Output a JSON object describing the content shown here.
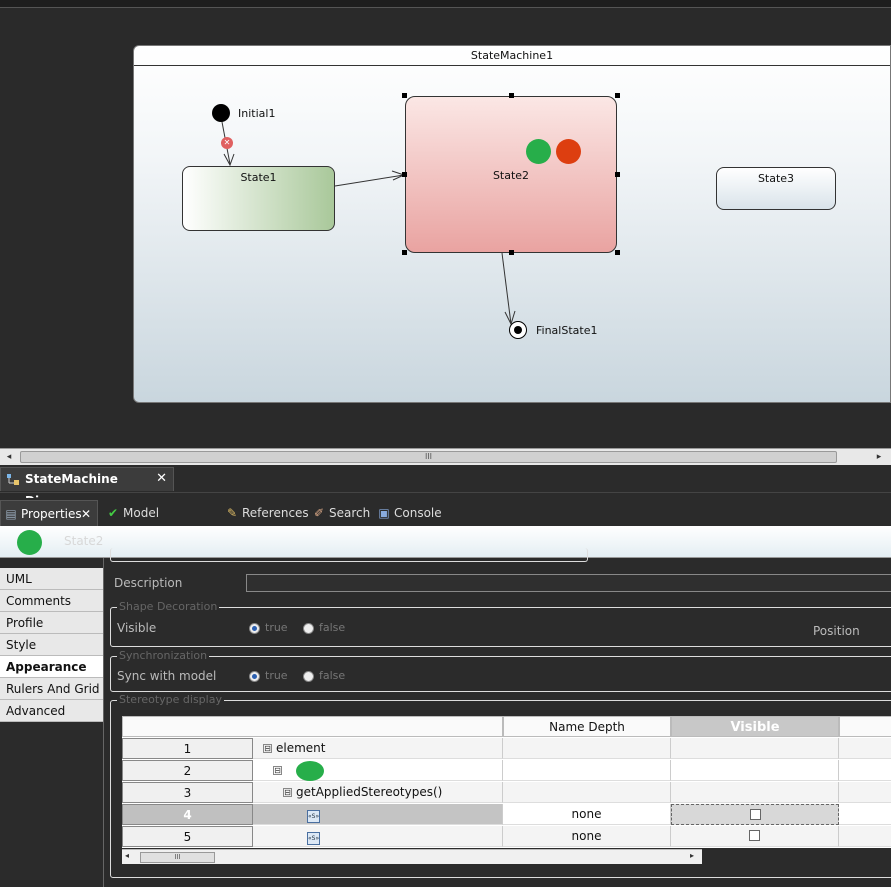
{
  "diagram": {
    "frame_title": "StateMachine1",
    "initial_label": "Initial1",
    "state1_label": "State1",
    "state2_label": "State2",
    "state3_label": "State3",
    "final_label": "FinalState1",
    "error_mark": "✕",
    "decoration_colors": [
      "#27ae4a",
      "#dd3e10"
    ],
    "state1_gradient": [
      "#ffffff",
      "#a9c89a"
    ],
    "state2_gradient": [
      "#fbe7e5",
      "#e9a3a1"
    ]
  },
  "scrollbar": {
    "left_arrow": "◂",
    "right_arrow": "▸",
    "grip": "III"
  },
  "editor_tab": {
    "label": "StateMachine Diagram",
    "close": "✕",
    "icon": "diagram-icon"
  },
  "views": {
    "tabs": [
      {
        "label": "Properties",
        "icon": "properties-icon",
        "glyph": "▤",
        "close": "✕"
      },
      {
        "label": "Model Validation",
        "icon": "check-icon",
        "glyph": "✔"
      },
      {
        "label": "References",
        "icon": "references-icon",
        "glyph": "✎"
      },
      {
        "label": "Search",
        "icon": "search-icon",
        "glyph": "✐"
      },
      {
        "label": "Console",
        "icon": "console-icon",
        "glyph": "▣"
      }
    ]
  },
  "properties": {
    "title": "State2",
    "left_tabs": [
      "UML",
      "Comments",
      "Profile",
      "Style",
      "Appearance",
      "Rulers And Grid",
      "Advanced"
    ],
    "active_tab": "Appearance",
    "description_label": "Description",
    "shape_decoration": {
      "title": "Shape Decoration",
      "visible_label": "Visible",
      "true_label": "true",
      "false_label": "false",
      "position_label": "Position"
    },
    "synchronization": {
      "title": "Synchronization",
      "sync_label": "Sync with model",
      "true_label": "true",
      "false_label": "false"
    },
    "stereotype_display": {
      "title": "Stereotype display",
      "headers": [
        "",
        "Name Depth",
        "Visible"
      ],
      "rows": [
        {
          "num": "1",
          "label": "element",
          "depth": "",
          "toggle": "⊟"
        },
        {
          "num": "2",
          "label": "",
          "depth": "",
          "toggle": "⊟"
        },
        {
          "num": "3",
          "label": "getAppliedStereotypes()",
          "depth": "",
          "toggle": "⊟"
        },
        {
          "num": "4",
          "label": "",
          "depth": "none",
          "toggle": ""
        },
        {
          "num": "5",
          "label": "",
          "depth": "none",
          "toggle": ""
        }
      ],
      "stereotype_icon_text": "«S»",
      "scroll_grip": "III",
      "scroll_left": "◂",
      "scroll_right": "▸"
    }
  }
}
